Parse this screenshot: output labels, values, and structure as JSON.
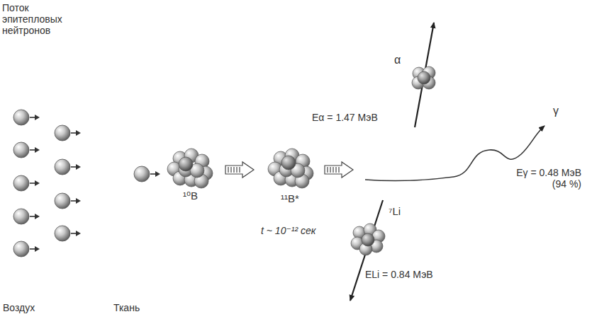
{
  "diagram": {
    "labels": [
      "Поток эпитепловых нейтронов",
      "¹⁰B",
      "¹¹B*",
      "t ~ 10⁻¹² сек",
      "α",
      "Eα = 1.47 МэВ",
      "γ",
      "Eγ = 0.48 МэВ (94 %)",
      "⁷Li",
      "ELi = 0.84 МэВ",
      "Воздух",
      "Ткань"
    ]
  }
}
